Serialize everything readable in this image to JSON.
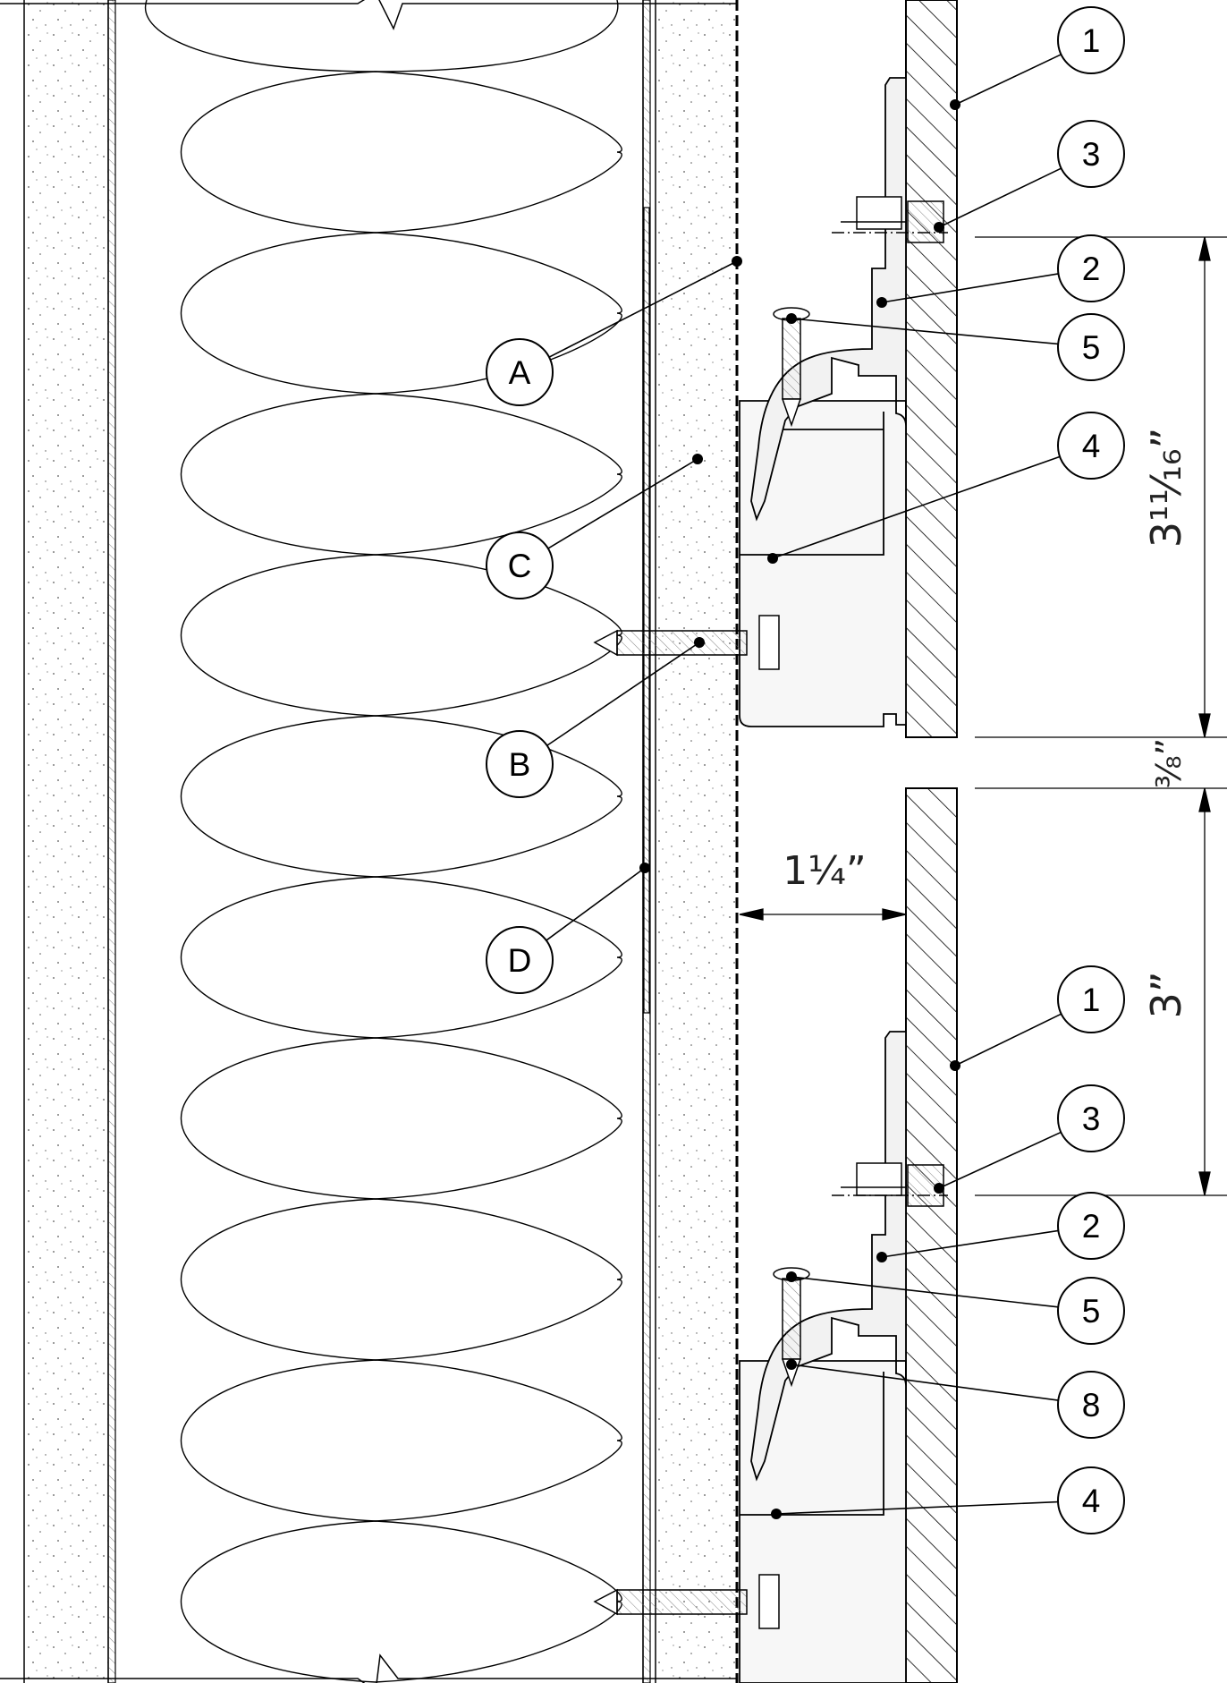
{
  "callouts": {
    "c1a": "1",
    "c3a": "3",
    "c2a": "2",
    "c5a": "5",
    "c4a": "4",
    "cA": "A",
    "cC": "C",
    "cB": "B",
    "cD": "D",
    "c1b": "1",
    "c3b": "3",
    "c2b": "2",
    "c5b": "5",
    "c8b": "8",
    "c4b": "4"
  },
  "dimensions": {
    "panel_height": "3¹¹⁄₁₆”",
    "gap": "³⁄₈”",
    "cavity_depth": "1¼”",
    "overlap": "3”"
  }
}
